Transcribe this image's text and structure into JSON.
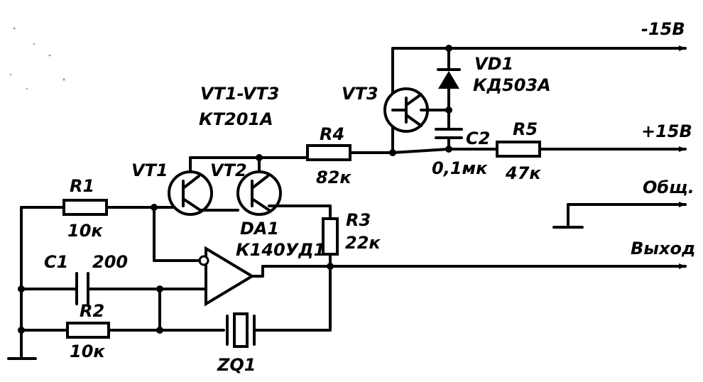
{
  "rails": {
    "neg15": "-15В",
    "pos15": "+15В",
    "common": "Общ.",
    "output": "Выход"
  },
  "transistors": {
    "group": "VT1-VT3",
    "type": "КТ201А",
    "vt1": "VT1",
    "vt2": "VT2",
    "vt3": "VT3"
  },
  "diode": {
    "ref": "VD1",
    "type": "КД503А"
  },
  "opamp": {
    "ref": "DA1",
    "type": "К140УД1Б"
  },
  "resistors": {
    "r1": {
      "ref": "R1",
      "value": "10к"
    },
    "r2": {
      "ref": "R2",
      "value": "10к"
    },
    "r3": {
      "ref": "R3",
      "value": "22к"
    },
    "r4": {
      "ref": "R4",
      "value": "82к"
    },
    "r5": {
      "ref": "R5",
      "value": "47к"
    }
  },
  "capacitors": {
    "c1": {
      "ref": "C1",
      "value": "200"
    },
    "c2": {
      "ref": "C2",
      "value": "0,1мк"
    }
  },
  "crystal": {
    "ref": "ZQ1"
  }
}
